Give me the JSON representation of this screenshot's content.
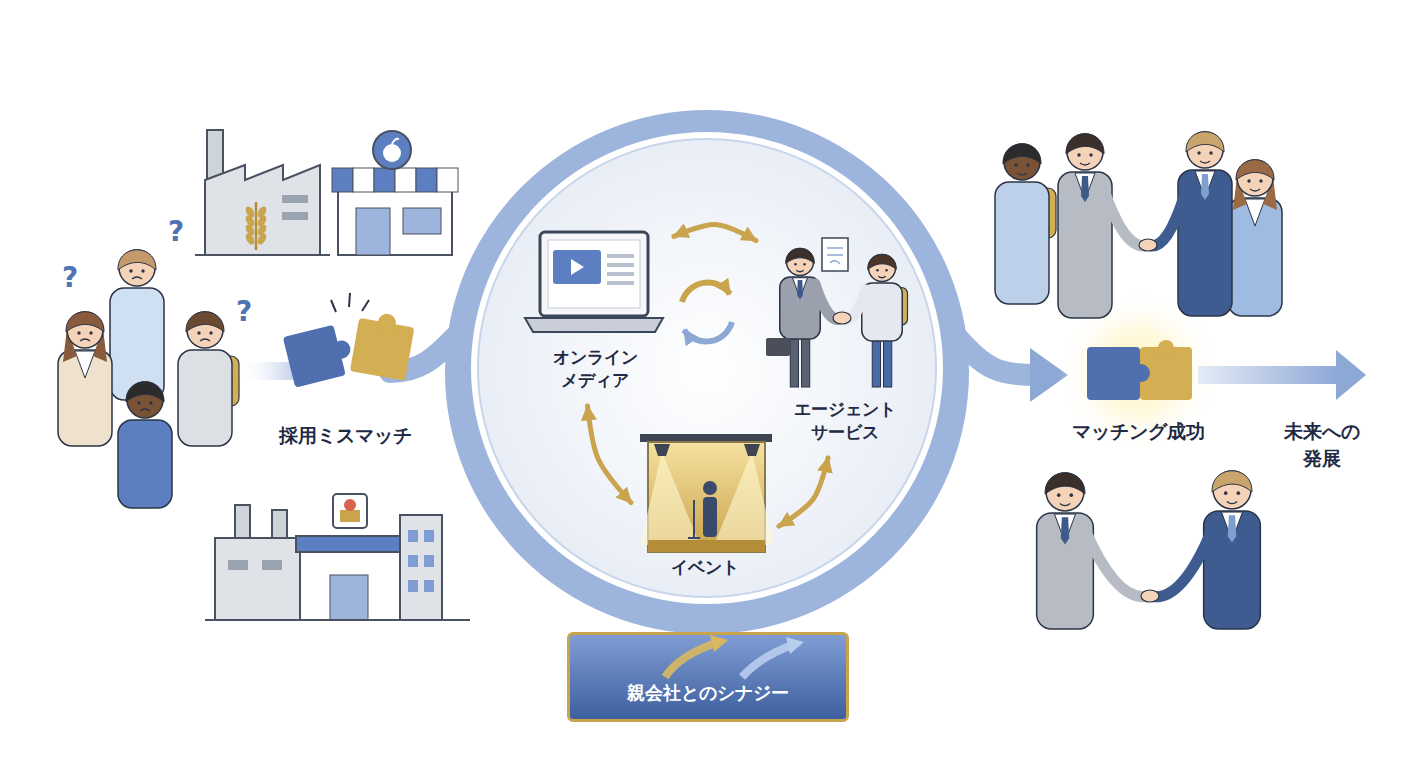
{
  "diagram": {
    "nodes": [
      {
        "text": [
          "オンライン メディア"
        ]
      },
      {
        "text": [
          "エージェント サービス"
        ]
      },
      {
        "text": [
          "イベント"
        ]
      },
      {
        "text": [
          "親会社とのシナジー"
        ]
      }
    ],
    "edges": [
      {
        "from": 0,
        "to": 1,
        "arrow": "both"
      },
      {
        "from": 0,
        "to": 2,
        "arrow": "both"
      },
      {
        "from": 2,
        "to": 1,
        "arrow": "both"
      }
    ],
    "labels": [
      "採用ミスマッチ",
      "?",
      "?",
      "?",
      "マッチング成功",
      "未来への 発展"
    ]
  }
}
